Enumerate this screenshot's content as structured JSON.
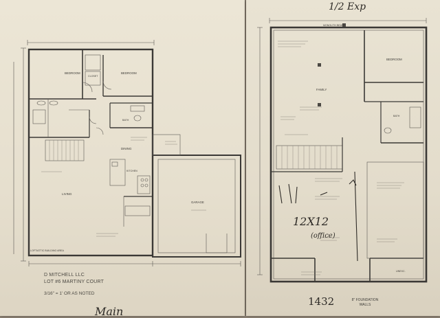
{
  "left_sheet": {
    "title_block": {
      "line1": "D MITCHELL LLC",
      "line2": "LOT #6 MARTINY COURT",
      "scale": "3/16\" = 1' OR AS NOTED"
    },
    "room_labels": {
      "bedroom_top": "BEDROOM",
      "bath": "BATH",
      "dining": "DINING",
      "living": "LIVING",
      "kitchen": "KITCHEN",
      "garage": "GARAGE",
      "closet": "CLOSET"
    },
    "notes": {
      "building_note": "LOFT/ATTIC BUILDING AREA"
    },
    "handwriting": "Main"
  },
  "right_sheet": {
    "handwriting_top": "1/2 Exp",
    "handwriting_office": "12X12",
    "handwriting_office_sub": "(office)",
    "handwriting_area": "1432",
    "room_labels": {
      "family": "FAMILY",
      "bedroom": "BEDROOM",
      "bath": "BATH",
      "unexc": "UNEXC."
    },
    "notes": {
      "foundation": "8\" FOUNDATION WALLS",
      "beam": "MONOLITH BEAM"
    }
  }
}
